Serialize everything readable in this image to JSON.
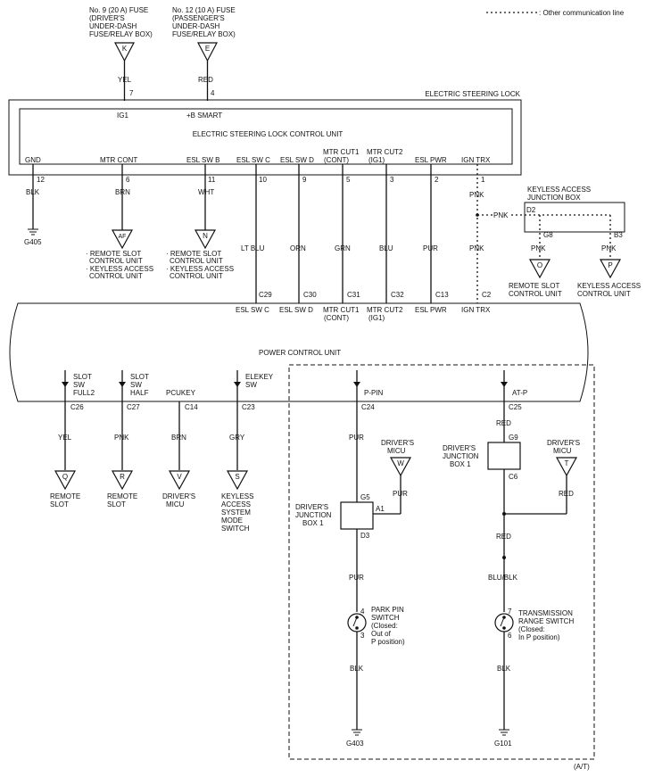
{
  "legend": {
    "other_comm": ": Other communication line"
  },
  "fuses": {
    "f9": [
      "No. 9 (20 A) FUSE",
      "(DRIVER'S",
      "UNDER-DASH",
      "FUSE/RELAY BOX)"
    ],
    "f12": [
      "No. 12 (10 A) FUSE",
      "(PASSENGER'S",
      "UNDER-DASH",
      "FUSE/RELAY BOX)"
    ]
  },
  "conn": {
    "K": "K",
    "E": "E",
    "AF": "AF",
    "N": "N",
    "O": "O",
    "P": "P",
    "Q": "Q",
    "R": "R",
    "V": "V",
    "S": "S",
    "W": "W",
    "T": "T"
  },
  "esl": {
    "title": "ELECTRIC STEERING LOCK",
    "unit": "ELECTRIC STEERING LOCK CONTROL UNIT",
    "pin_yel": "7",
    "pin_red": "4",
    "ig1": "IG1",
    "bsmart": "+B SMART",
    "wire_yel": "YEL",
    "wire_red": "RED",
    "terms": [
      "GND",
      "MTR CONT",
      "ESL SW B",
      "ESL SW C",
      "ESL SW D",
      "MTR CUT1",
      "(CONT)",
      "MTR CUT2",
      "(IG1)",
      "ESL PWR",
      "IGN TRX"
    ],
    "pins": [
      "12",
      "6",
      "11",
      "10",
      "9",
      "5",
      "3",
      "2",
      "1"
    ]
  },
  "wires": {
    "blk": "BLK",
    "brn": "BRN",
    "wht": "WHT",
    "ltblu": "LT BLU",
    "orn": "ORN",
    "grn": "GRN",
    "blu": "BLU",
    "pur": "PUR",
    "pnk": "PNK",
    "yel": "YEL",
    "gry": "GRY",
    "red": "RED",
    "blublk": "BLU/BLK"
  },
  "grounds": {
    "g405": "G405",
    "g403": "G403",
    "g101": "G101"
  },
  "labels": {
    "af": [
      "· REMOTE SLOT",
      "CONTROL UNIT",
      "· KEYLESS ACCESS",
      "CONTROL UNIT"
    ],
    "n": [
      "· REMOTE SLOT",
      "CONTROL UNIT",
      "· KEYLESS ACCESS",
      "CONTROL UNIT"
    ],
    "kajb": [
      "KEYLESS ACCESS",
      "JUNCTION BOX"
    ],
    "d2": "D2",
    "g8": "G8",
    "b3": "B3",
    "o": [
      "REMOTE SLOT",
      "CONTROL UNIT"
    ],
    "p": [
      "KEYLESS ACCESS",
      "CONTROL UNIT"
    ]
  },
  "pcu": {
    "title": "POWER CONTROL UNIT",
    "top_conns": [
      "C29",
      "C30",
      "C31",
      "C32",
      "C13",
      "C2"
    ],
    "top_terms": [
      "ESL SW C",
      "ESL SW D",
      "MTR CUT1",
      "(CONT)",
      "MTR CUT2",
      "(IG1)",
      "ESL PWR",
      "IGN TRX"
    ],
    "slot_full": [
      "SLOT",
      "SW",
      "FULL2"
    ],
    "slot_half": [
      "SLOT",
      "SW",
      "HALF"
    ],
    "pcukey": "PCUKEY",
    "elekey": [
      "ELEKEY",
      "SW"
    ],
    "ppin": "P-PIN",
    "atp": "AT-P",
    "bottom_conns": [
      "C26",
      "C27",
      "C14",
      "C23",
      "C24",
      "C25"
    ]
  },
  "bottom": {
    "q": [
      "REMOTE",
      "SLOT"
    ],
    "r": [
      "REMOTE",
      "SLOT"
    ],
    "v": [
      "DRIVER'S",
      "MICU"
    ],
    "s": [
      "KEYLESS",
      "ACCESS",
      "SYSTEM",
      "MODE",
      "SWITCH"
    ],
    "w_micu": [
      "DRIVER'S",
      "MICU"
    ],
    "t_micu": [
      "DRIVER'S",
      "MICU"
    ],
    "djb_left": [
      "DRIVER'S",
      "JUNCTION",
      "BOX 1"
    ],
    "djb_right": [
      "DRIVER'S",
      "JUNCTION",
      "BOX 1"
    ],
    "g5": "G5",
    "a1": "A1",
    "d3": "D3",
    "g9": "G9",
    "c6": "C6",
    "ppsw": [
      "PARK PIN",
      "SWITCH",
      "(Closed:",
      "Out of",
      "P position)"
    ],
    "trsw": [
      "TRANSMISSION",
      "RANGE SWITCH",
      "(Closed:",
      "In P position)"
    ],
    "pp_pin_top": "4",
    "pp_pin_bot": "3",
    "tr_pin_top": "7",
    "tr_pin_bot": "6",
    "at": "(A/T)"
  }
}
